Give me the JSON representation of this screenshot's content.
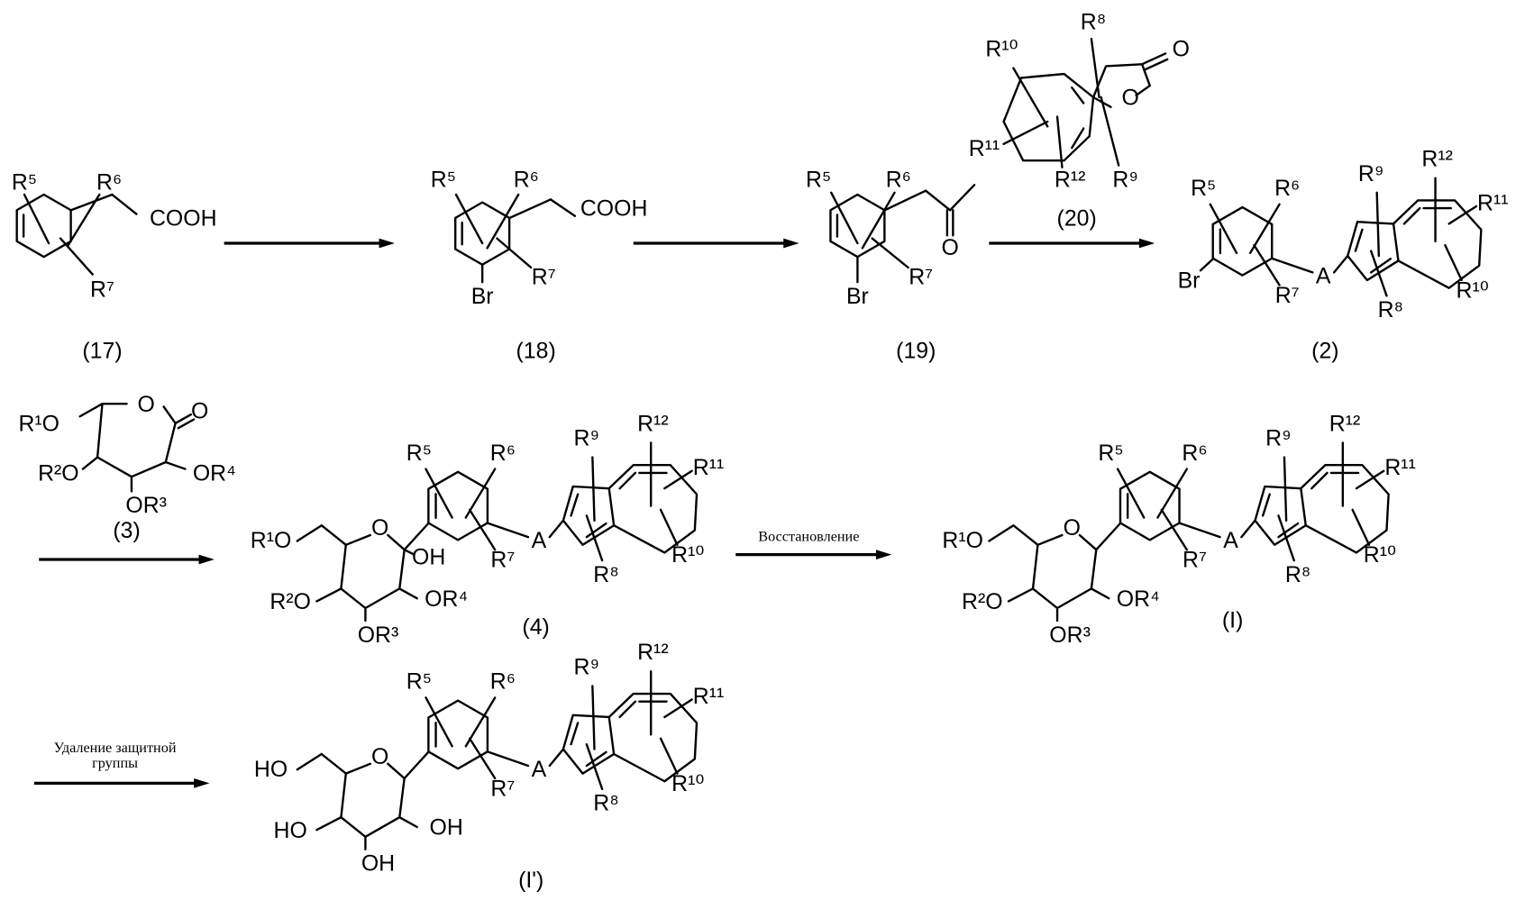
{
  "compounds": {
    "c17": {
      "id": "(17)",
      "R5": "R⁵",
      "R6": "R⁶",
      "R7": "R⁷",
      "COOH": "COOH"
    },
    "c18": {
      "id": "(18)",
      "R5": "R⁵",
      "R6": "R⁶",
      "R7": "R⁷",
      "COOH": "COOH",
      "Br": "Br"
    },
    "c19": {
      "id": "(19)",
      "R5": "R⁵",
      "R6": "R⁶",
      "R7": "R⁷",
      "O": "O",
      "Br": "Br"
    },
    "c20": {
      "id": "(20)",
      "R8": "R⁸",
      "R9": "R⁹",
      "R10": "R¹⁰",
      "R11": "R¹¹",
      "R12": "R¹²",
      "O_carbonyl": "O",
      "O_ring": "O"
    },
    "c2": {
      "id": "(2)",
      "Br": "Br",
      "R5": "R⁵",
      "R6": "R⁶",
      "R7": "R⁷",
      "A": "A",
      "R8": "R⁸",
      "R9": "R⁹",
      "R10": "R¹⁰",
      "R11": "R¹¹",
      "R12": "R¹²"
    },
    "c3": {
      "id": "(3)",
      "R1O": "R¹O",
      "R2O": "R²O",
      "OR3": "OR³",
      "OR4": "OR⁴",
      "O_ring": "O",
      "O_carbonyl": "O"
    },
    "c4": {
      "id": "(4)",
      "R1O": "R¹O",
      "R2O": "R²O",
      "OR3": "OR³",
      "OR4": "OR⁴",
      "O_ring": "O",
      "OH": "OH",
      "R5": "R⁵",
      "R6": "R⁶",
      "R7": "R⁷",
      "A": "A",
      "R8": "R⁸",
      "R9": "R⁹",
      "R10": "R¹⁰",
      "R11": "R¹¹",
      "R12": "R¹²"
    },
    "cI": {
      "id": "(I)",
      "R1O": "R¹O",
      "R2O": "R²O",
      "OR3": "OR³",
      "OR4": "OR⁴",
      "O_ring": "O",
      "R5": "R⁵",
      "R6": "R⁶",
      "R7": "R⁷",
      "A": "A",
      "R8": "R⁸",
      "R9": "R⁹",
      "R10": "R¹⁰",
      "R11": "R¹¹",
      "R12": "R¹²"
    },
    "cI2": {
      "id": "(I')",
      "R1O": "HO",
      "R2O": "HO",
      "OR3": "OH",
      "OR4": "OH",
      "O_ring": "O",
      "R5": "R⁵",
      "R6": "R⁶",
      "R7": "R⁷",
      "A": "A",
      "R8": "R⁸",
      "R9": "R⁹",
      "R10": "R¹⁰",
      "R11": "R¹¹",
      "R12": "R¹²"
    }
  },
  "arrows": {
    "reduction": "Восстановление",
    "deprotection_line1": "Удаление защитной",
    "deprotection_line2": "группы"
  }
}
